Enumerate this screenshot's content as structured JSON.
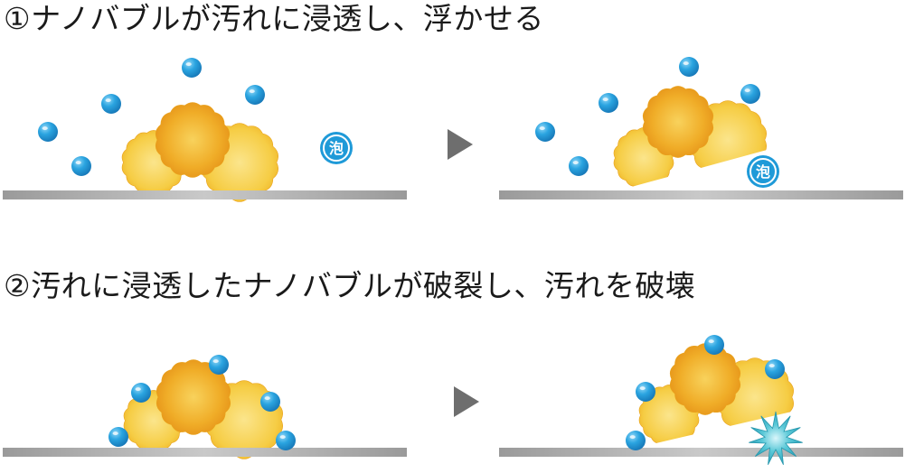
{
  "steps": [
    {
      "heading": "①ナノバブルが汚れに浸透し、浮かせる"
    },
    {
      "heading": "②汚れに浸透したナノバブルが破裂し、汚れを破壊"
    }
  ],
  "bubble_label": "泡",
  "colors": {
    "bubble": "#1f9ad8",
    "dirt_light": "#f6d04a",
    "dirt_dark": "#efa91e",
    "surface": "#a8a8a8",
    "burst": "#39b5c8",
    "arrow": "#6e6e6e"
  }
}
